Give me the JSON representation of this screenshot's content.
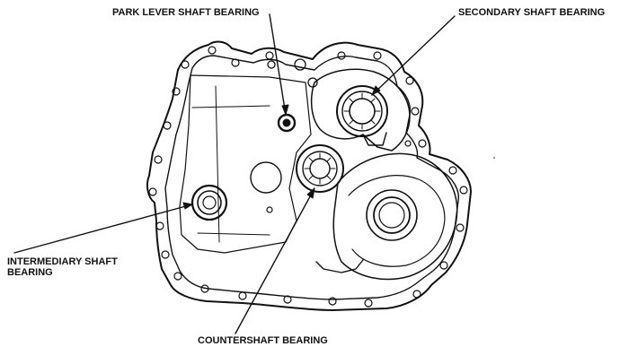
{
  "labels": {
    "park_lever_shaft_bearing": "PARK LEVER SHAFT BEARING",
    "secondary_shaft_bearing": "SECONDARY SHAFT BEARING",
    "intermediary_shaft_bearing_line1": "INTERMEDIARY SHAFT",
    "intermediary_shaft_bearing_line2": "BEARING",
    "countershaft_bearing": "COUNTERSHAFT BEARING"
  },
  "colors": {
    "line": "#111111",
    "background": "#ffffff"
  }
}
